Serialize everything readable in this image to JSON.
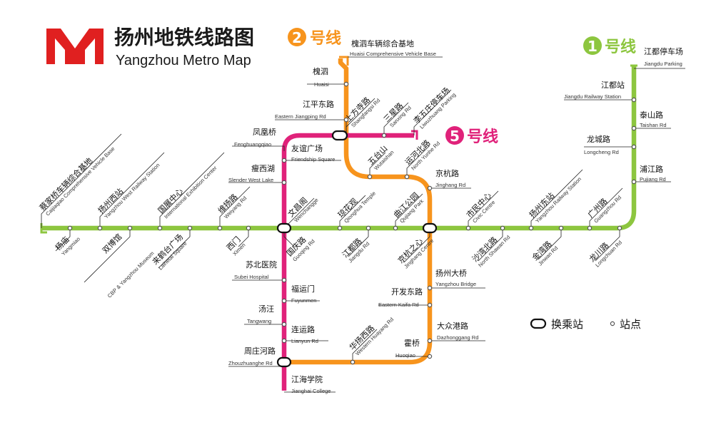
{
  "header": {
    "title_cn": "扬州地铁线路图",
    "title_en": "Yangzhou Metro Map",
    "logo": "yangzhou-metro-logo"
  },
  "colors": {
    "line1": "#8DC63F",
    "line2": "#F7941D",
    "line5": "#E0227A",
    "logo_red": "#E02020"
  },
  "lines": {
    "line1": {
      "number": "1",
      "label": "号线"
    },
    "line2": {
      "number": "2",
      "label": "号线"
    },
    "line5": {
      "number": "5",
      "label": "号线"
    }
  },
  "legend": {
    "transfer": "换乘站",
    "station": "站点"
  },
  "stations": {
    "caijiaqiao": {
      "cn": "蔡家桥车辆综合基地",
      "en": "Caijiaqiao Comprehensive Vehicle Base"
    },
    "yangmiao": {
      "cn": "杨庙",
      "en": "Yangmiao"
    },
    "yangzhouxi": {
      "cn": "扬州西站",
      "en": "Yangzhou West Railway Station"
    },
    "shuangbowan": {
      "cn": "双博馆",
      "en": "CBP & Yangzhou Museum"
    },
    "guozhan": {
      "cn": "国展中心",
      "en": "International Exhibition Center"
    },
    "laiheting": {
      "cn": "来鹤台广场",
      "en": "Laihetai Square"
    },
    "weiyang": {
      "cn": "维扬路",
      "en": "Weiyang Rd"
    },
    "ximen": {
      "cn": "西门",
      "en": "Ximen"
    },
    "wenchang": {
      "cn": "文昌阁",
      "en": "Wenchangge"
    },
    "guoqing": {
      "cn": "国庆路",
      "en": "Guoqing Rd"
    },
    "qionghua": {
      "cn": "琼花观",
      "en": "Qionghua Temple"
    },
    "jiangdu_rd": {
      "cn": "江都路",
      "en": "Jiangdu Rd"
    },
    "qujiang": {
      "cn": "曲江公园",
      "en": "Qujiang Park"
    },
    "jinghang": {
      "cn": "京杭之心",
      "en": "Jinghang Centre"
    },
    "shimin": {
      "cn": "市民中心",
      "en": "Civic Centre"
    },
    "shawan": {
      "cn": "沙湾北路",
      "en": "North Shawan Rd"
    },
    "yangzhoudong": {
      "cn": "扬州东站",
      "en": "Yangzhou Railway Station"
    },
    "jinwan": {
      "cn": "金湾路",
      "en": "Jinwan Rd"
    },
    "guangzhou": {
      "cn": "广州路",
      "en": "Guangzhou Rd"
    },
    "longchuan": {
      "cn": "龙川路",
      "en": "Longchuan Rd"
    },
    "pujiang": {
      "cn": "浦江路",
      "en": "Pujiang Rd"
    },
    "longcheng": {
      "cn": "龙城路",
      "en": "Longcheng Rd"
    },
    "taishan": {
      "cn": "泰山路",
      "en": "Taishan Rd"
    },
    "jiangduzhan": {
      "cn": "江都站",
      "en": "Jiangdu Railway Station"
    },
    "jiangdu_parking": {
      "cn": "江都停车场",
      "en": "Jiangdu Parking"
    },
    "huaisi_base": {
      "cn": "槐泗车辆综合基地",
      "en": "Huaisi Comprehensive Vehicle Base"
    },
    "huaisi": {
      "cn": "槐泗",
      "en": "Huaisi"
    },
    "jiangping": {
      "cn": "江平东路",
      "en": "Eastern Jiangping Rd"
    },
    "shangfangsi": {
      "cn": "上方寺路",
      "en": "Shangfangsi Rd"
    },
    "sanxing": {
      "cn": "三星路",
      "en": "Sanxing Rd"
    },
    "liwuzhuang": {
      "cn": "李五庄停车场",
      "en": "Liwuzhuang Parking"
    },
    "wutaishan": {
      "cn": "五台山",
      "en": "Wutaishan"
    },
    "yunhebei": {
      "cn": "运河北路",
      "en": "North Yunhe Rd"
    },
    "jinghang_rd": {
      "cn": "京杭路",
      "en": "Jinghang Rd"
    },
    "yangzhoudaqiao": {
      "cn": "扬州大桥",
      "en": "Yangzhou Bridge"
    },
    "kaifadong": {
      "cn": "开发东路",
      "en": "Eastern Kaifa Rd"
    },
    "dazhonggang": {
      "cn": "大众港路",
      "en": "Dazhonggang Rd"
    },
    "huoqiao": {
      "cn": "霍桥",
      "en": "Huoqiao"
    },
    "huayangxi": {
      "cn": "华扬西路",
      "en": "Western Huayang Rd"
    },
    "fenghuangqiao": {
      "cn": "凤凰桥",
      "en": "Fenghuangqiao"
    },
    "youyi": {
      "cn": "友谊广场",
      "en": "Friendship Square"
    },
    "shouxihu": {
      "cn": "瘦西湖",
      "en": "Slender West Lake"
    },
    "subei": {
      "cn": "苏北医院",
      "en": "Subei Hospital"
    },
    "fuyunmen": {
      "cn": "福运门",
      "en": "Fuyunmen"
    },
    "tangwang": {
      "cn": "汤汪",
      "en": "Tangwang"
    },
    "lianyun": {
      "cn": "连运路",
      "en": "Lianyun Rd"
    },
    "zhouzhuanghe": {
      "cn": "周庄河路",
      "en": "Zhouzhuanghe Rd"
    },
    "jianghai": {
      "cn": "江海学院",
      "en": "Jianghai College"
    }
  }
}
